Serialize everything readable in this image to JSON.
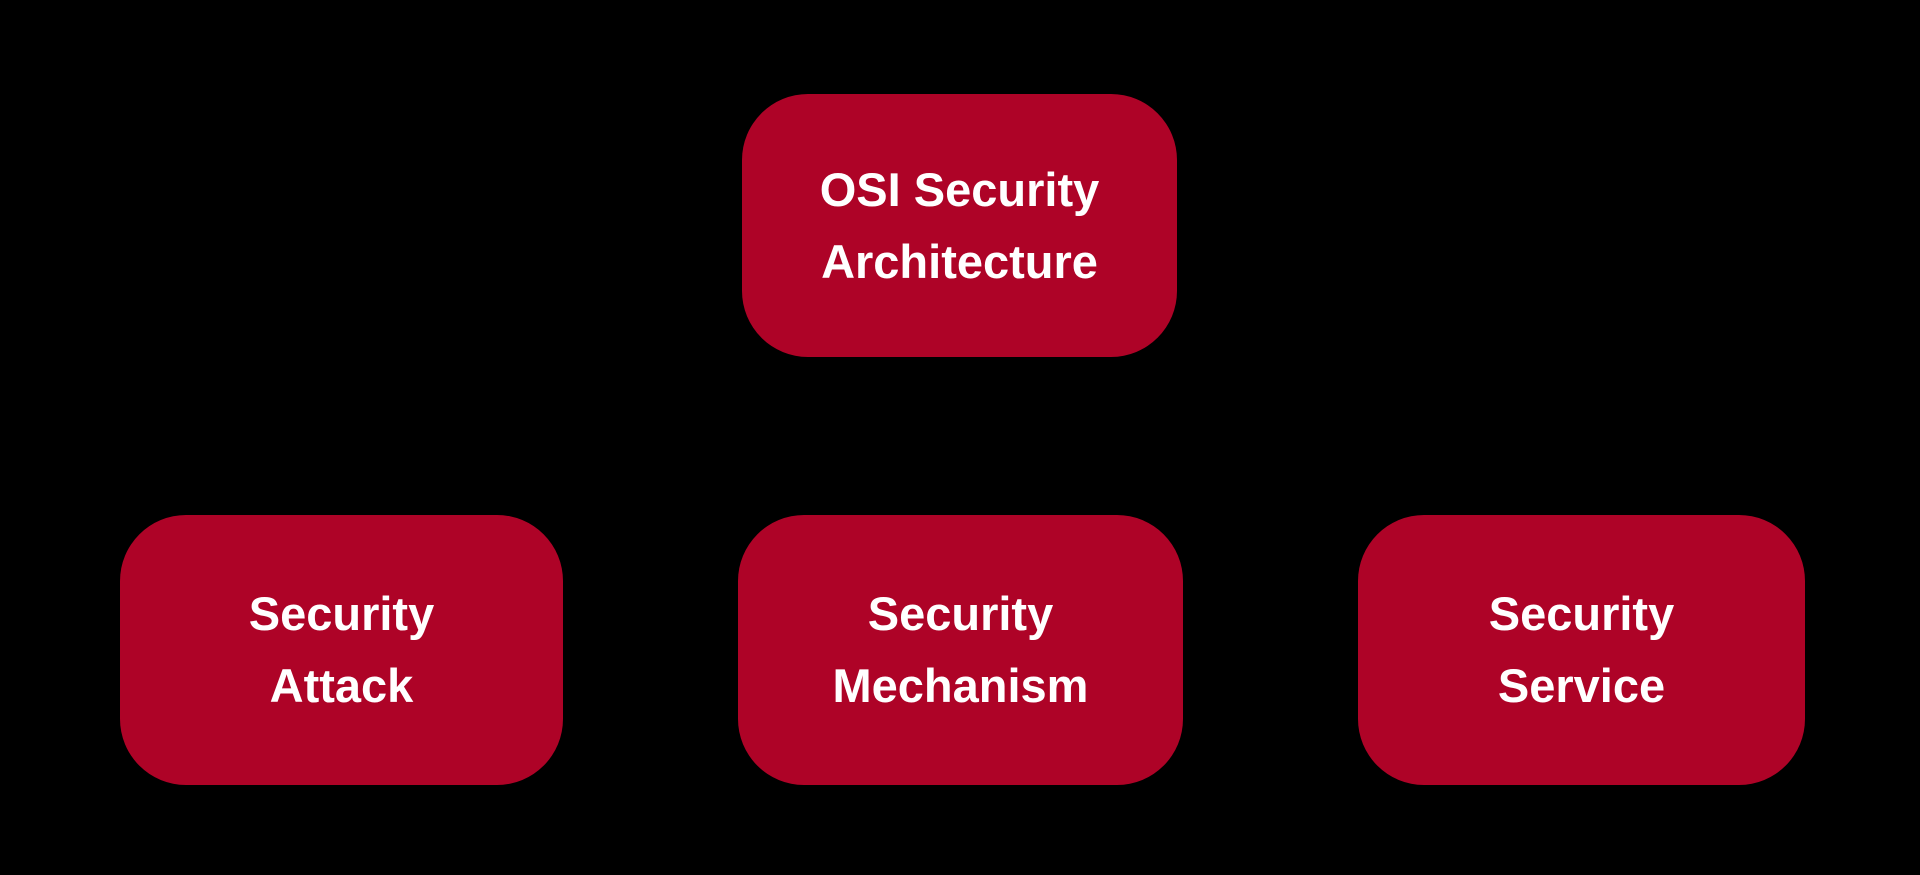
{
  "diagram": {
    "type": "hierarchy",
    "colors": {
      "background": "#000000",
      "node_fill": "#AE0327",
      "node_text": "#FFFFFF"
    },
    "root_node": {
      "line1": "OSI Security",
      "line2": "Architecture",
      "label": "OSI Security Architecture"
    },
    "child_nodes": [
      {
        "line1": "Security",
        "line2": "Attack",
        "label": "Security Attack"
      },
      {
        "line1": "Security",
        "line2": "Mechanism",
        "label": "Security Mechanism"
      },
      {
        "line1": "Security",
        "line2": "Service",
        "label": "Security Service"
      }
    ]
  }
}
